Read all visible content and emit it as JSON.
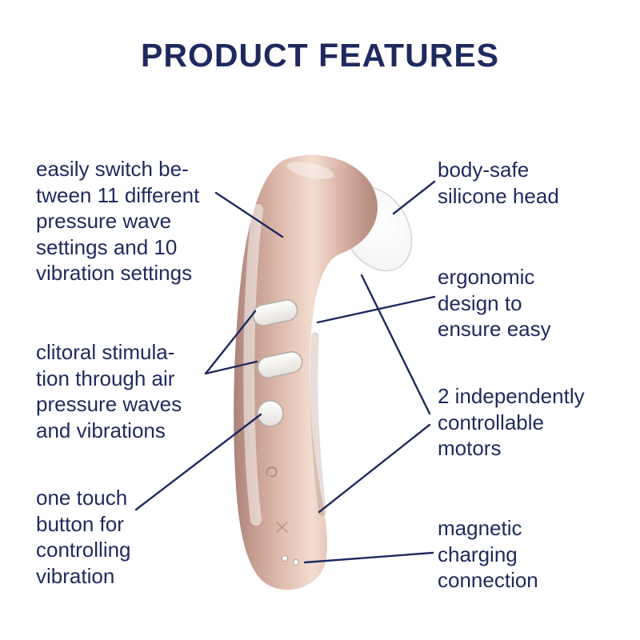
{
  "title": "PRODUCT FEATURES",
  "annotations": {
    "left": [
      {
        "id": "pressure-wave-settings",
        "text": "easily switch be-\ntween 11 different\npressure wave\nsettings and 10\nvibration settings"
      },
      {
        "id": "clitoral-stimulation",
        "text": "clitoral stimula-\ntion through air\npressure waves\nand vibrations"
      },
      {
        "id": "one-touch-button",
        "text": "one touch\nbutton for\ncontrolling\nvibration"
      }
    ],
    "right": [
      {
        "id": "silicone-head",
        "text": "body-safe\nsilicone head"
      },
      {
        "id": "ergonomic-design",
        "text": "ergonomic\ndesign to\nensure easy"
      },
      {
        "id": "motors",
        "text": "2 independently\ncontrollable\nmotors"
      },
      {
        "id": "magnetic-charging",
        "text": "magnetic\ncharging\nconnection"
      }
    ]
  },
  "colors": {
    "text": "#1e2a5e",
    "leader_line": "#1e2a5e",
    "background": "#ffffff",
    "device_body": "#d9b3a6",
    "device_head": "#ffffff"
  },
  "illustration": {
    "parts": [
      {
        "name": "silicone-head"
      },
      {
        "name": "device-body"
      },
      {
        "name": "wave-button-upper"
      },
      {
        "name": "wave-button-lower"
      },
      {
        "name": "vibration-button"
      },
      {
        "name": "brand-emboss"
      },
      {
        "name": "charging-contacts"
      }
    ]
  }
}
